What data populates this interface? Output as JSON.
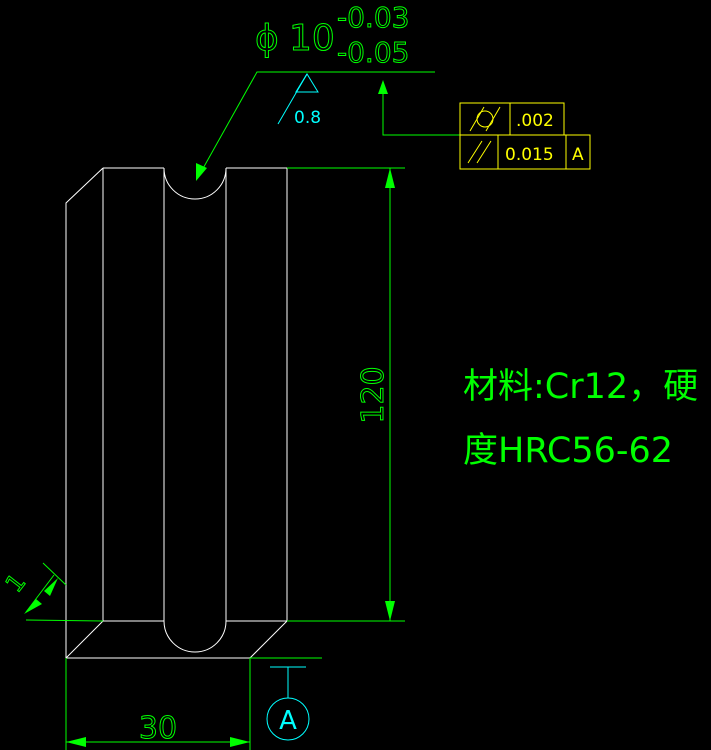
{
  "diameter": {
    "symbol": "ϕ",
    "nominal": "10",
    "upper_tol": "-0.03",
    "lower_tol": "-0.05"
  },
  "surface_finish": {
    "roughness": "0.8"
  },
  "tolerance_frame": {
    "rows": [
      {
        "symbol": "/○/",
        "value": ".002",
        "datum": ""
      },
      {
        "symbol": "//",
        "value": "0.015",
        "datum": "A"
      }
    ]
  },
  "dimensions": {
    "height": "120",
    "width": "30",
    "chamfer": "1"
  },
  "datum": {
    "label": "A"
  },
  "notes": {
    "line1": "材料:Cr12，硬",
    "line2": "度HRC56-62"
  },
  "colors": {
    "background": "#000000",
    "dimension": "#00ff00",
    "outline": "#ffffff",
    "tolerance": "#ffff00",
    "datum": "#00ffff"
  }
}
